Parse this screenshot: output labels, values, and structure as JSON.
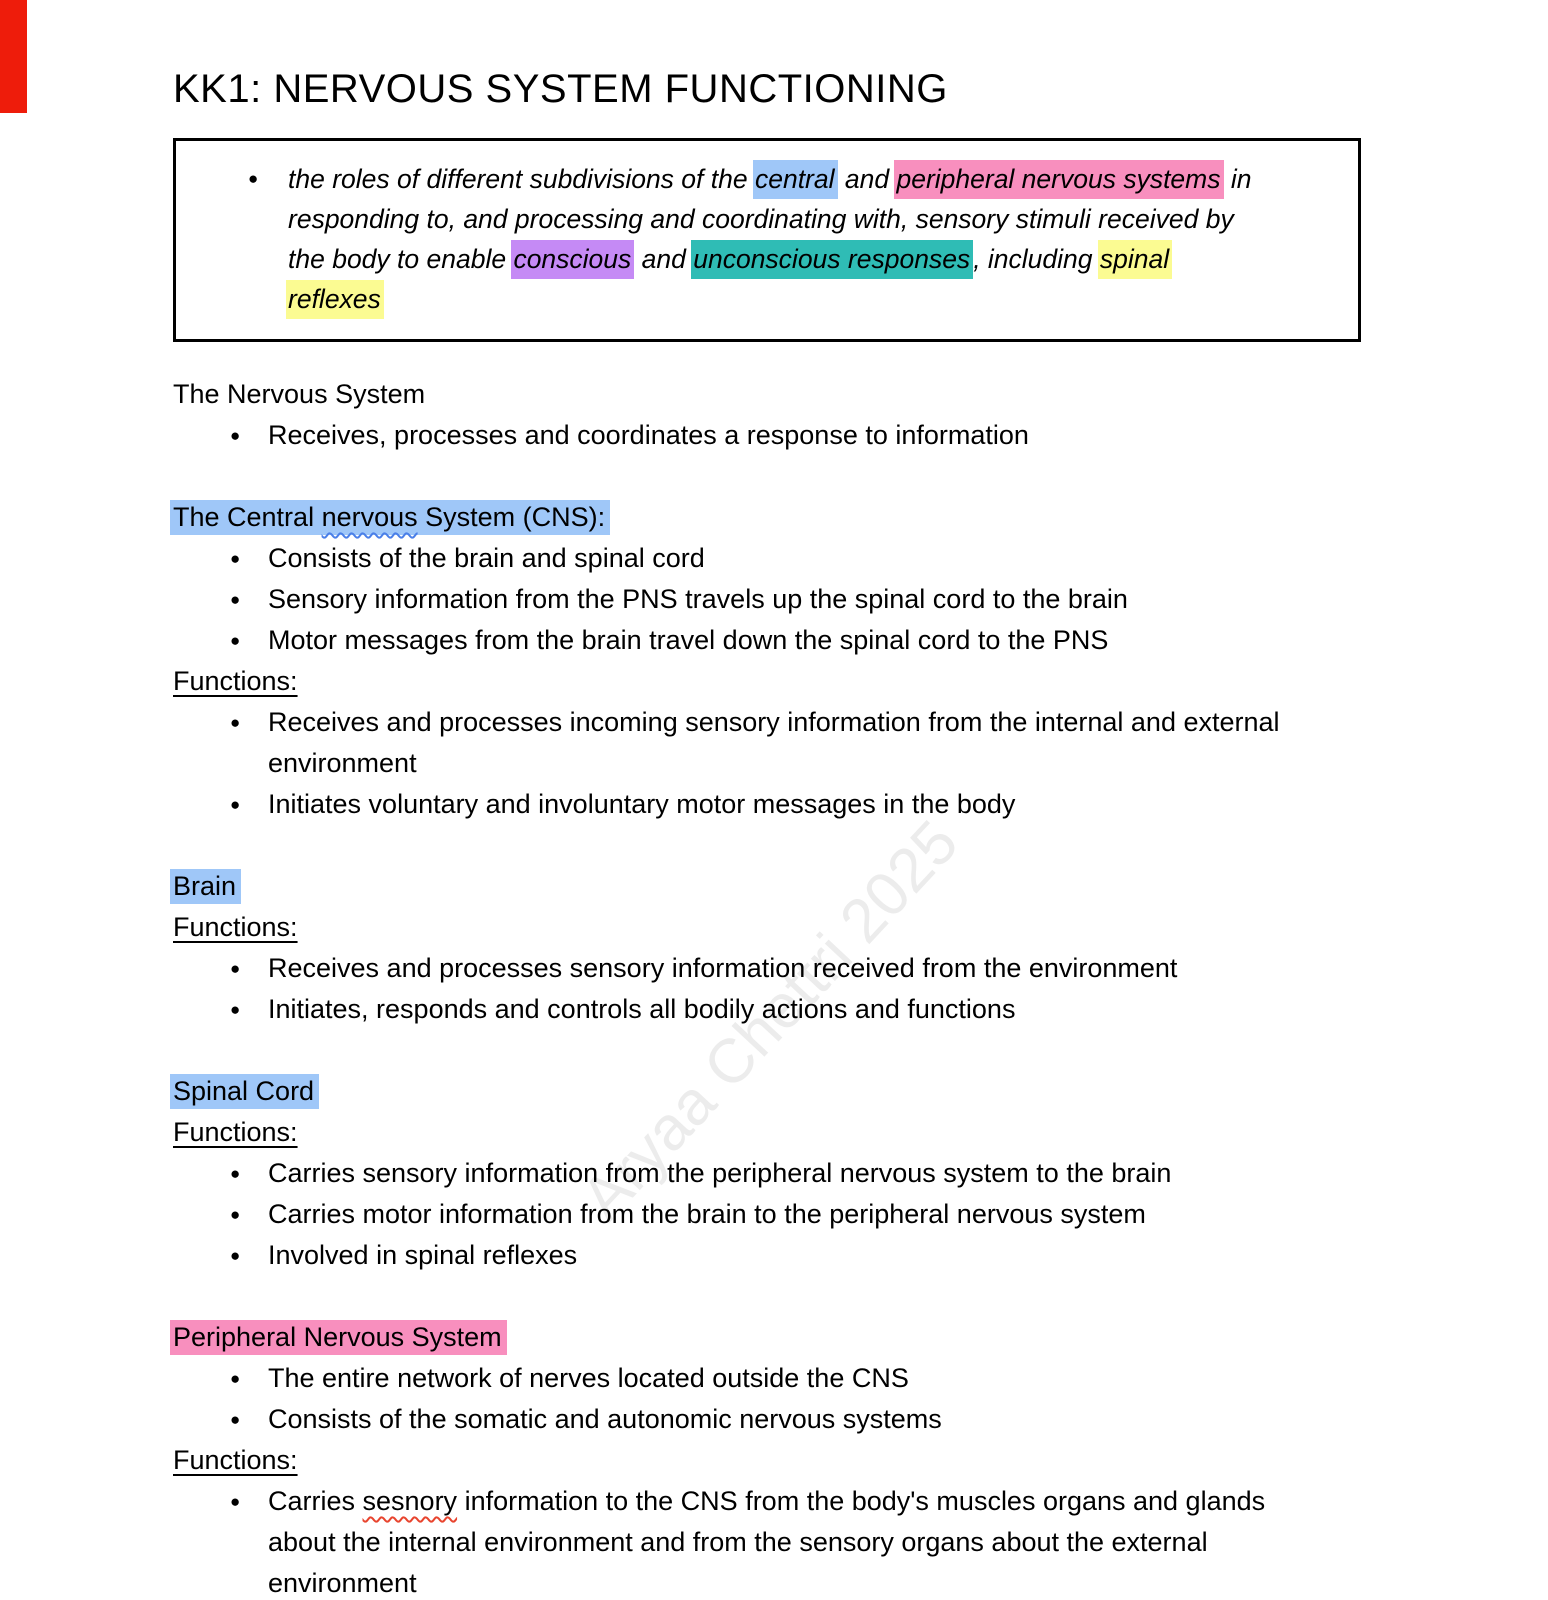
{
  "page": {
    "title": "KK1: NERVOUS SYSTEM FUNCTIONING",
    "watermark": "Aryaa Chettri 2025"
  },
  "colors": {
    "red_marker": "#ee1c0b",
    "highlights": {
      "blue": "#9fc7f8",
      "pink": "#f88fbe",
      "purple": "#c58af5",
      "teal": "#2fbcb5",
      "yellow": "#fbfb92"
    },
    "squiggles": {
      "blue": "#4a7fe8",
      "red": "#e8442e"
    }
  },
  "objective_box": {
    "bullet_glyph": "●",
    "segments": [
      {
        "t": "the roles of different subdivisions of the "
      },
      {
        "t": "central",
        "hl": "blue"
      },
      {
        "t": " and "
      },
      {
        "t": "peripheral nervous systems",
        "hl": "pink"
      },
      {
        "t": " in"
      },
      {
        "br": true
      },
      {
        "t": "responding to, and processing and coordinating with, sensory stimuli received by"
      },
      {
        "br": true
      },
      {
        "t": "the body to enable "
      },
      {
        "t": "conscious",
        "hl": "purple"
      },
      {
        "t": " and "
      },
      {
        "t": "unconscious responses",
        "hl": "teal"
      },
      {
        "t": ", including "
      },
      {
        "t": "spinal",
        "hl": "yellow"
      },
      {
        "br": true
      },
      {
        "t": "reflexes",
        "hl": "yellow"
      }
    ]
  },
  "document": {
    "bullet_glyph": "●",
    "blocks": [
      {
        "kind": "heading",
        "segments": [
          {
            "t": "The Nervous System"
          }
        ]
      },
      {
        "kind": "bullet",
        "segments": [
          {
            "t": "Receives, processes and coordinates a response to information"
          }
        ]
      },
      {
        "kind": "spacer"
      },
      {
        "kind": "heading",
        "hl": "blue",
        "segments": [
          {
            "t": "The Central "
          },
          {
            "t": "nervous",
            "sq": "blue"
          },
          {
            "t": " System (CNS):"
          }
        ]
      },
      {
        "kind": "bullet",
        "segments": [
          {
            "t": "Consists of the brain and spinal cord"
          }
        ]
      },
      {
        "kind": "bullet",
        "segments": [
          {
            "t": "Sensory information from the PNS travels up the spinal cord to the brain"
          }
        ]
      },
      {
        "kind": "bullet",
        "segments": [
          {
            "t": "Motor messages from the brain travel down the spinal cord to the PNS"
          }
        ]
      },
      {
        "kind": "label",
        "segments": [
          {
            "t": "Functions:"
          }
        ]
      },
      {
        "kind": "bullet",
        "segments": [
          {
            "t": "Receives and processes incoming sensory information from the internal and external"
          },
          {
            "br": true
          },
          {
            "t": "environment"
          }
        ]
      },
      {
        "kind": "bullet",
        "segments": [
          {
            "t": "Initiates voluntary and involuntary motor messages in the body"
          }
        ]
      },
      {
        "kind": "spacer"
      },
      {
        "kind": "heading",
        "hl": "blue",
        "segments": [
          {
            "t": "Brain"
          }
        ]
      },
      {
        "kind": "label",
        "segments": [
          {
            "t": "Functions:"
          }
        ]
      },
      {
        "kind": "bullet",
        "segments": [
          {
            "t": "Receives and processes sensory information received from the environment"
          }
        ]
      },
      {
        "kind": "bullet",
        "segments": [
          {
            "t": "Initiates, responds and controls all bodily actions and functions"
          }
        ]
      },
      {
        "kind": "spacer"
      },
      {
        "kind": "heading",
        "hl": "blue",
        "segments": [
          {
            "t": "Spinal Cord"
          }
        ]
      },
      {
        "kind": "label",
        "segments": [
          {
            "t": "Functions:"
          }
        ]
      },
      {
        "kind": "bullet",
        "segments": [
          {
            "t": "Carries sensory information from the peripheral nervous system to the brain"
          }
        ]
      },
      {
        "kind": "bullet",
        "segments": [
          {
            "t": "Carries motor information from the brain to the peripheral nervous system"
          }
        ]
      },
      {
        "kind": "bullet",
        "segments": [
          {
            "t": "Involved in spinal reflexes"
          }
        ]
      },
      {
        "kind": "spacer"
      },
      {
        "kind": "heading",
        "hl": "pink",
        "segments": [
          {
            "t": "Peripheral Nervous System"
          }
        ]
      },
      {
        "kind": "bullet",
        "segments": [
          {
            "t": "The entire network of nerves located outside the CNS"
          }
        ]
      },
      {
        "kind": "bullet",
        "segments": [
          {
            "t": "Consists of the somatic and autonomic nervous systems"
          }
        ]
      },
      {
        "kind": "label",
        "segments": [
          {
            "t": "Functions:"
          }
        ]
      },
      {
        "kind": "bullet",
        "segments": [
          {
            "t": "Carries "
          },
          {
            "t": "sesnory",
            "sq": "red"
          },
          {
            "t": " information to the CNS from the body's muscles organs and glands"
          },
          {
            "br": true
          },
          {
            "t": "about the internal environment and from the sensory organs about the external"
          },
          {
            "br": true
          },
          {
            "t": "environment"
          }
        ]
      }
    ]
  }
}
